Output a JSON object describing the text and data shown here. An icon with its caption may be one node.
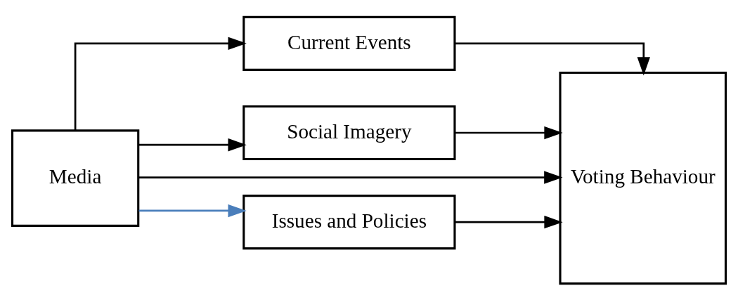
{
  "diagram": {
    "nodes": [
      {
        "text": [
          "Media"
        ]
      },
      {
        "text": [
          "Current Events"
        ]
      },
      {
        "text": [
          "Social Imagery"
        ]
      },
      {
        "text": [
          "Issues and Policies"
        ]
      },
      {
        "text": [
          "Voting Behaviour"
        ]
      }
    ],
    "edges": [
      {
        "from": 0,
        "to": 1,
        "arrow": "to"
      },
      {
        "from": 0,
        "to": 2,
        "arrow": "to"
      },
      {
        "from": 0,
        "to": 3,
        "arrow": "to",
        "color": "#4a7ebb"
      },
      {
        "from": 1,
        "to": 4,
        "arrow": "to"
      },
      {
        "from": 2,
        "to": 4,
        "arrow": "to"
      },
      {
        "from": 3,
        "to": 4,
        "arrow": "to"
      },
      {
        "from": 0,
        "to": 4,
        "arrow": "to"
      }
    ]
  }
}
